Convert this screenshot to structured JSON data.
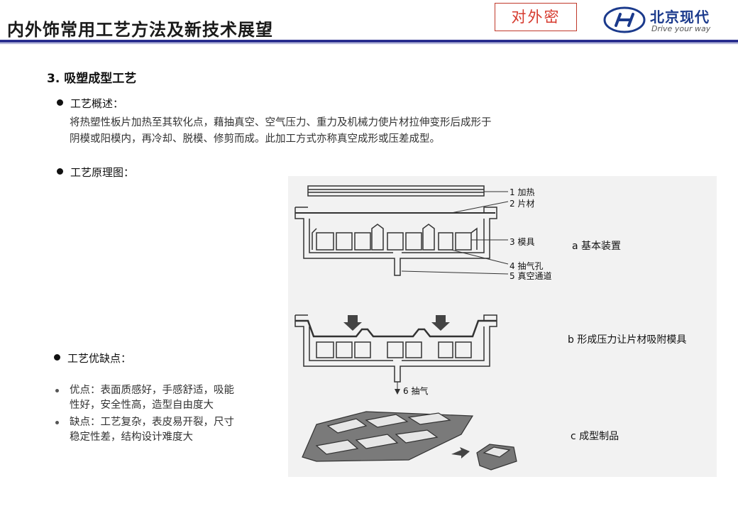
{
  "header": {
    "title": "内外饰常用工艺方法及新技术展望",
    "stamp": "对外密",
    "logo_brand": "北京现代",
    "logo_slogan": "Drive your way"
  },
  "section": {
    "title": "3.  吸塑成型工艺"
  },
  "overview": {
    "heading": "工艺概述：",
    "lines": [
      "将热塑性板片加热至其软化点，藉抽真空、空气压力、重力及机械力使片材拉伸变形后成形于",
      "阴模或阳模内，再冷却、脱模、修剪而成。此加工方式亦称真空成形或压差成型。"
    ]
  },
  "principle": {
    "heading": "工艺原理图："
  },
  "pros_cons": {
    "heading": "工艺优缺点：",
    "items": [
      {
        "line1": "优点：表面质感好，手感舒适，吸能",
        "line2": "性好，安全性高，造型自由度大"
      },
      {
        "line1": "缺点：工艺复杂，表皮易开裂，尺寸",
        "line2": "稳定性差，结构设计难度大"
      }
    ]
  },
  "figure": {
    "labels": {
      "heat": "1 加热",
      "sheet": "2 片材",
      "mold": "3 模具",
      "vent": "4 抽气孔",
      "channel": "5 真空通道",
      "suction": "6 抽气"
    },
    "captions": {
      "a": "a   基本装置",
      "b": "b  形成压力让片材吸附模具",
      "c": "c   成型制品"
    },
    "colors": {
      "line": "#333333",
      "fill_dark": "#555555",
      "background": "#f2f2f2"
    }
  }
}
